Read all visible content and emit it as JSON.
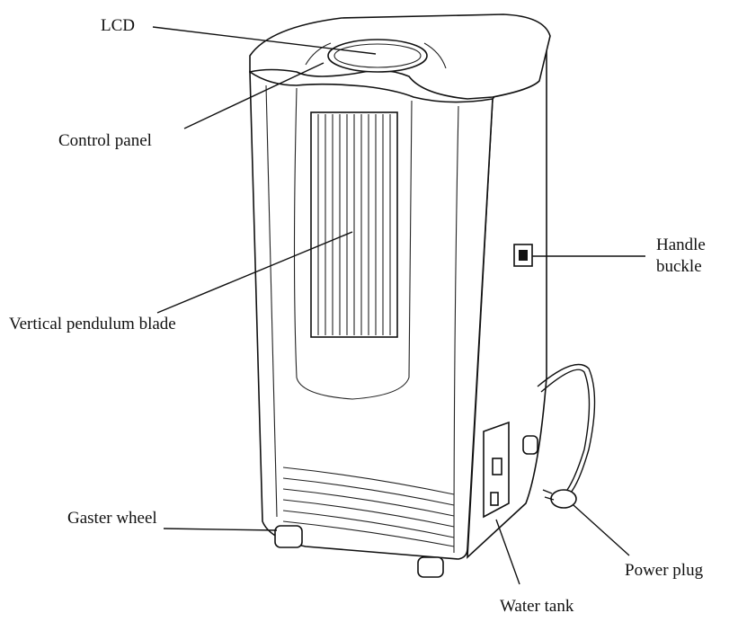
{
  "labels": {
    "lcd": "LCD",
    "control_panel": "Control panel",
    "handle_line1": "Handle",
    "handle_line2": "buckle",
    "vertical_blade": "Vertical pendulum blade",
    "caster_wheel": "Gaster wheel",
    "power_plug": "Power plug",
    "water_tank": "Water tank"
  }
}
